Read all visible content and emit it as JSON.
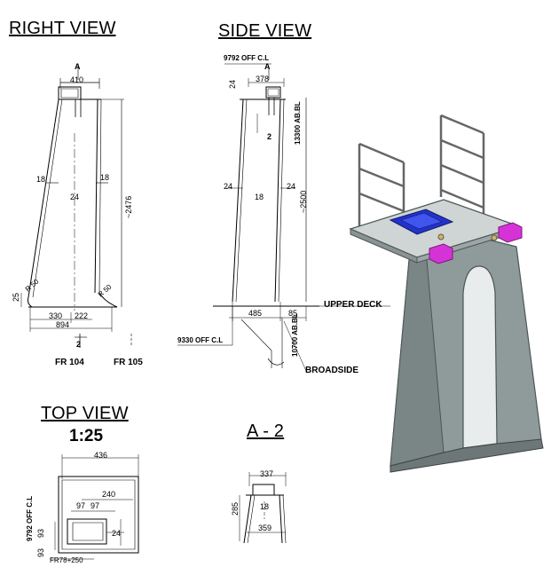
{
  "titles": {
    "right_view": "RIGHT VIEW",
    "side_view": "SIDE VIEW",
    "top_view": "TOP VIEW",
    "top_view_scale": "1:25",
    "section": "A - 2"
  },
  "right_view": {
    "section_mark": "A",
    "width_top": "410",
    "wall_left": "18",
    "wall_right": "18",
    "center": "24",
    "height": "~2476",
    "radius_left": "R 50",
    "radius_right": "R 50",
    "base_height": "25",
    "base_left": "330",
    "base_right": "222",
    "base_total": "894",
    "section_arrow": "2",
    "frame_left": "FR 104",
    "frame_right": "FR 105"
  },
  "side_view": {
    "off_cl_top": "9792 OFF C.L",
    "section_mark": "A",
    "width_top": "378",
    "top_offset": "24",
    "section_arrow": "2",
    "elevation_top": "13300 AB.BL",
    "wall_left": "24",
    "center": "18",
    "wall_right": "24",
    "height": "~2500",
    "upper_deck": "UPPER DECK",
    "base_left": "485",
    "base_right": "85",
    "off_cl_bottom": "9330 OFF C.L",
    "elevation_bottom": "10700 AB.BL",
    "broadside": "BROADSIDE"
  },
  "top_view": {
    "width": "436",
    "off_cl": "9792 OFF C.L",
    "inner_width": "240",
    "left_a": "97",
    "left_b": "97",
    "side_a": "93",
    "side_b": "93",
    "center": "24",
    "frame": "FR78+250"
  },
  "section_a2": {
    "width": "337",
    "height": "285",
    "center": "18",
    "base": "359"
  }
}
